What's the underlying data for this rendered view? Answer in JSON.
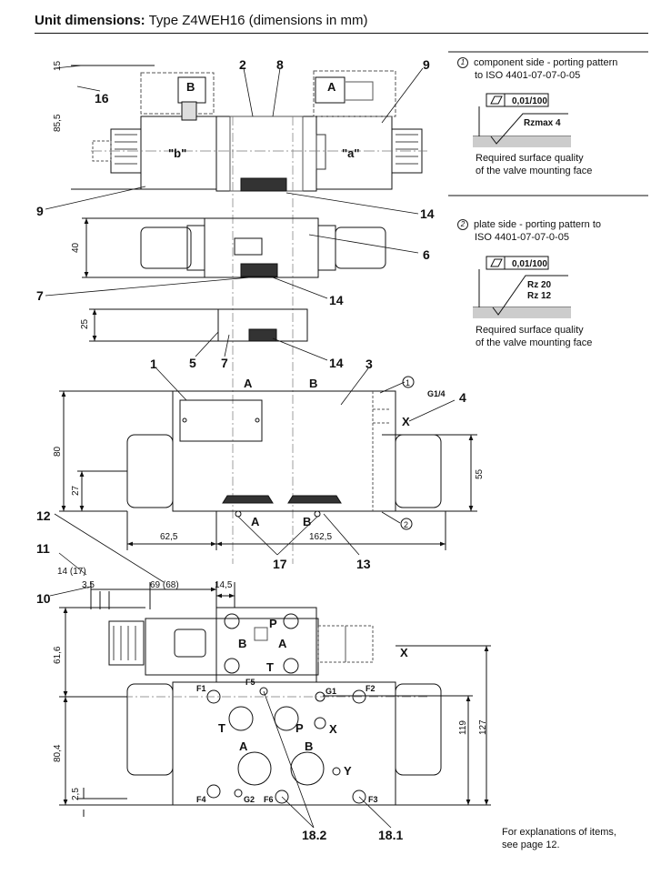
{
  "header": {
    "title_bold": "Unit dimensions:",
    "title_rest": "Type Z4WEH16 (dimensions in mm)"
  },
  "notes": [
    {
      "marker": "1",
      "line1": "component side - porting pattern",
      "line2": "to ISO 4401-07-07-0-05",
      "tolerance": "0,01/100",
      "roughness": [
        "Rzmax  4"
      ],
      "quality1": "Required surface quality",
      "quality2": "of the valve mounting face"
    },
    {
      "marker": "2",
      "line1": "plate side - porting pattern to",
      "line2": "ISO 4401-07-07-0-05",
      "tolerance": "0,01/100",
      "roughness": [
        "Rz  20",
        "Rz  12"
      ],
      "quality1": "Required surface quality",
      "quality2": "of the valve mounting face"
    }
  ],
  "dimensions": {
    "d15": "15",
    "d85_5": "85,5",
    "d40": "40",
    "d25": "25",
    "d80": "80",
    "d27": "27",
    "d55": "55",
    "d62_5": "62,5",
    "d162_5": "162,5",
    "d14_17": "14 (17)",
    "d3_5": "3,5",
    "d69_68": "69 (68)",
    "d14_5": "14,5",
    "d61_6": "61,6",
    "d80_4": "80,4",
    "d2_5": "2,5",
    "d119": "119",
    "d127": "127"
  },
  "items": {
    "i1": "1",
    "i2": "2",
    "i3": "3",
    "i4": "4",
    "i5": "5",
    "i6": "6",
    "i7": "7",
    "i8": "8",
    "i9": "9",
    "i10": "10",
    "i11": "11",
    "i12": "12",
    "i13": "13",
    "i14": "14",
    "i16": "16",
    "i17": "17",
    "i18_1": "18.1",
    "i18_2": "18.2"
  },
  "ports": {
    "A": "A",
    "B": "B",
    "P": "P",
    "T": "T",
    "X": "X",
    "Y": "Y",
    "G1_4": "G1/4",
    "F1": "F1",
    "F2": "F2",
    "F3": "F3",
    "F4": "F4",
    "F5": "F5",
    "F6": "F6",
    "G1": "G1",
    "G2": "G2",
    "sol_a": "\"a\"",
    "sol_b": "\"b\"",
    "circ1": "1",
    "circ2": "2"
  },
  "footer": {
    "line1": "For explanations of items,",
    "line2": "see page 12."
  }
}
